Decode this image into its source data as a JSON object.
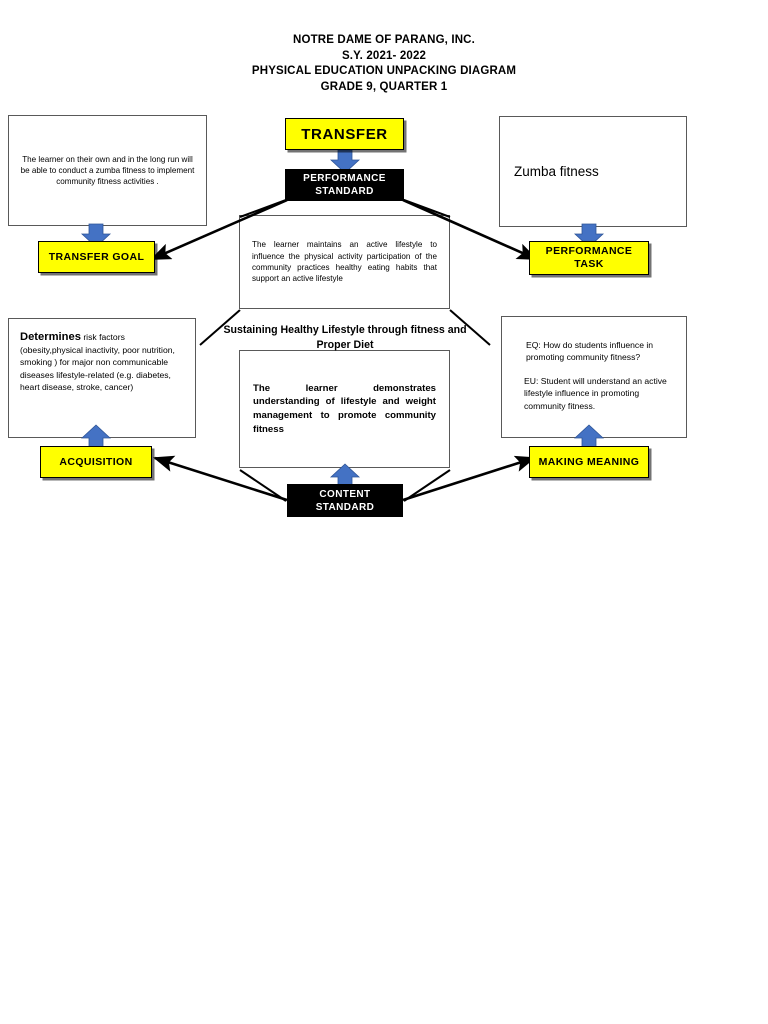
{
  "header": {
    "line1": "NOTRE DAME OF PARANG, INC.",
    "line2": "S.Y. 2021- 2022",
    "line3": "PHYSICAL EDUCATION UNPACKING DIAGRAM",
    "line4": "GRADE 9, QUARTER 1"
  },
  "theme": {
    "label": "Sustaining Healthy Lifestyle through fitness and\nProper Diet"
  },
  "nodes": {
    "transfer": {
      "label": "TRANSFER"
    },
    "performance_standard": {
      "label": "PERFORMANCE\nSTANDARD"
    },
    "content_standard": {
      "label": "CONTENT\nSTANDARD"
    },
    "transfer_goal": {
      "label": "TRANSFER GOAL"
    },
    "performance_task": {
      "label": "PERFORMANCE\nTASK"
    },
    "acquisition": {
      "label": "ACQUISITION"
    },
    "making_meaning": {
      "label": "MAKING MEANING"
    }
  },
  "descriptions": {
    "transfer_goal_text": "The learner on their own and in the long run will be able to conduct a zumba fitness to implement community fitness activities .",
    "performance_standard_text": "The learner maintains an active lifestyle to influence the physical activity participation of the community practices healthy eating habits that support an active lifestyle",
    "performance_task_text": "Zumba fitness",
    "acquisition_lead": "Determines",
    "acquisition_text": " risk factors (obesity,physical inactivity, poor nutrition, smoking ) for major non communicable diseases  lifestyle-related (e.g. diabetes, heart disease, stroke, cancer)",
    "content_standard_text": "The learner demonstrates understanding of lifestyle and weight management to promote community fitness",
    "making_meaning_eq": "EQ: How do students influence in promoting community fitness?",
    "making_meaning_eu": "EU: Student will understand an active lifestyle influence in promoting community fitness."
  },
  "colors": {
    "highlight_yellow": "#FFFF00",
    "node_black": "#000000",
    "arrow_blue": "#4472C4",
    "box_border": "#595959",
    "connector_black": "#000000"
  }
}
